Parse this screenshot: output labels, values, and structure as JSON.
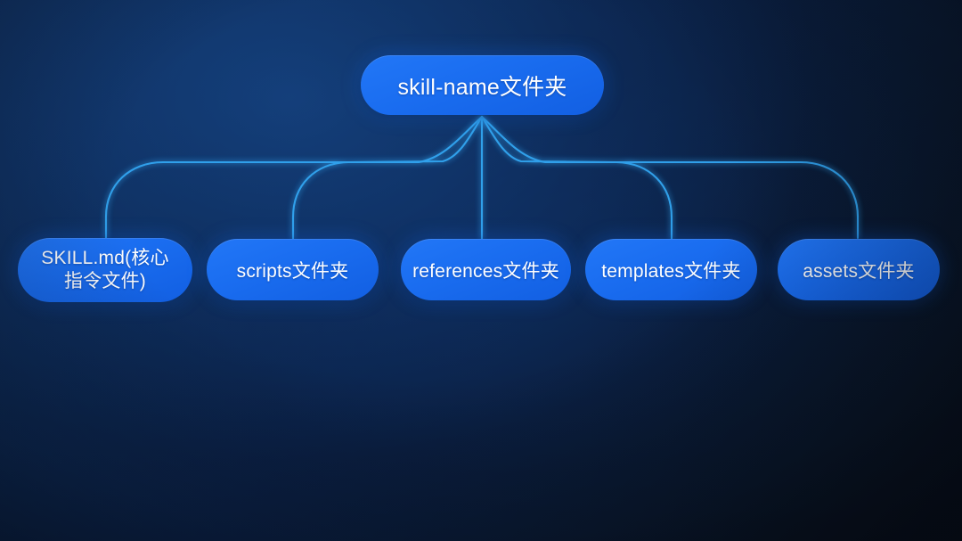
{
  "diagram": {
    "type": "tree",
    "title_node": "skill-name文件夹",
    "root": {
      "label": "skill-name文件夹",
      "name": "root-node"
    },
    "children": [
      {
        "label": "SKILL.md(核心\n指令文件)",
        "name": "node-skill-md"
      },
      {
        "label": "scripts文件夹",
        "name": "node-scripts"
      },
      {
        "label": "references文件夹",
        "name": "node-references"
      },
      {
        "label": "templates文件夹",
        "name": "node-templates"
      },
      {
        "label": "assets文件夹",
        "name": "node-assets"
      }
    ],
    "colors": {
      "node_fill": "#1a6df0",
      "node_text": "#ffffff",
      "edge_line": "#33a6f2",
      "background_light": "#11305f",
      "background_dark": "#080f1b"
    }
  }
}
